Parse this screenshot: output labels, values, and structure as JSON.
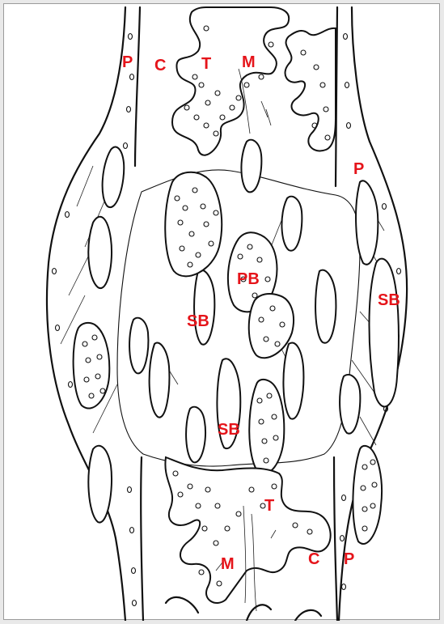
{
  "labels": {
    "p_top_left": "P",
    "c_top": "C",
    "t_top": "T",
    "m_top": "M",
    "p_right_upper": "P",
    "pb_center": "PB",
    "sb_right": "SB",
    "sb_left": "SB",
    "sb_center": "SB",
    "t_bottom": "T",
    "m_bottom": "M",
    "c_bottom": "C",
    "p_bottom_right": "P"
  },
  "colors": {
    "label": "#e5141a",
    "ink": "#111111",
    "paper": "#ffffff",
    "border": "#9a9a9a"
  }
}
